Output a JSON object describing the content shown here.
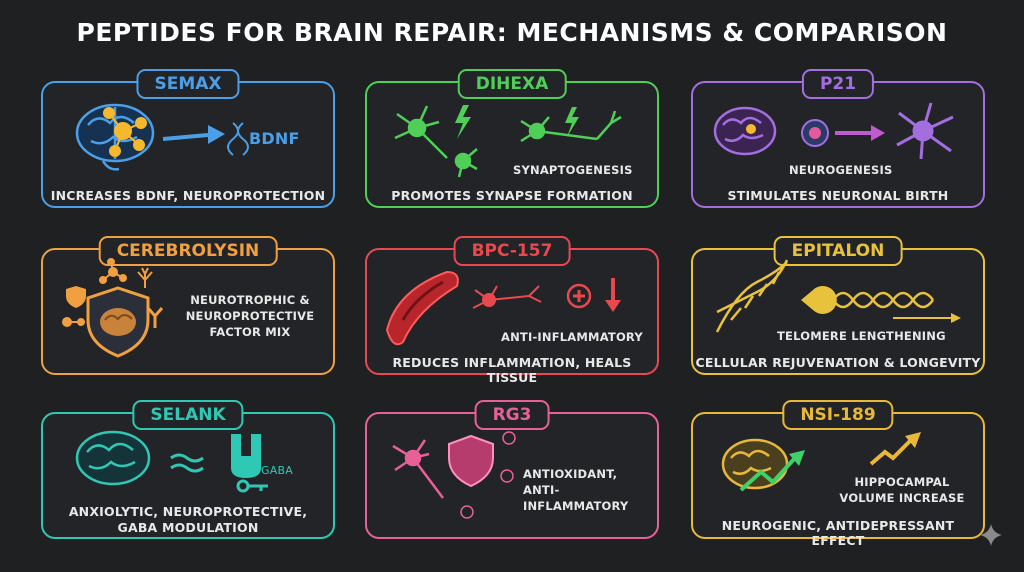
{
  "title": "PEPTIDES FOR BRAIN REPAIR: MECHANISMS & COMPARISON",
  "cards": [
    {
      "name": "SEMAX",
      "color": "#4a9fe8",
      "sub": "BDNF",
      "desc": "INCREASES BDNF, NEUROPROTECTION"
    },
    {
      "name": "DIHEXA",
      "color": "#4fcf58",
      "sub": "SYNAPTOGENESIS",
      "desc": "PROMOTES SYNAPSE FORMATION"
    },
    {
      "name": "P21",
      "color": "#a26ee0",
      "sub": "NEUROGENESIS",
      "desc": "STIMULATES NEURONAL BIRTH"
    },
    {
      "name": "CEREBROLYSIN",
      "color": "#f0a040",
      "sub": "NEUROTROPHIC &\nNEUROPROTECTIVE\nFACTOR MIX",
      "desc": ""
    },
    {
      "name": "BPC-157",
      "color": "#e8494e",
      "sub": "ANTI-INFLAMMATORY",
      "desc": "REDUCES INFLAMMATION, HEALS TISSUE"
    },
    {
      "name": "EPITALON",
      "color": "#e8c23c",
      "sub": "TELOMERE LENGTHENING",
      "desc": "CELLULAR REJUVENATION & LONGEVITY"
    },
    {
      "name": "SELANK",
      "color": "#2fc8b5",
      "sub": "GABA",
      "desc": "ANXIOLYTIC, NEUROPROTECTIVE,\nGABA MODULATION"
    },
    {
      "name": "RG3",
      "color": "#e8609a",
      "sub": "ANTIOXIDANT,\nANTI-INFLAMMATORY",
      "desc": ""
    },
    {
      "name": "NSI-189",
      "color": "#e8b838",
      "sub": "HIPPOCAMPAL\nVOLUME INCREASE",
      "desc": "NEUROGENIC, ANTIDEPRESSANT EFFECT"
    }
  ]
}
